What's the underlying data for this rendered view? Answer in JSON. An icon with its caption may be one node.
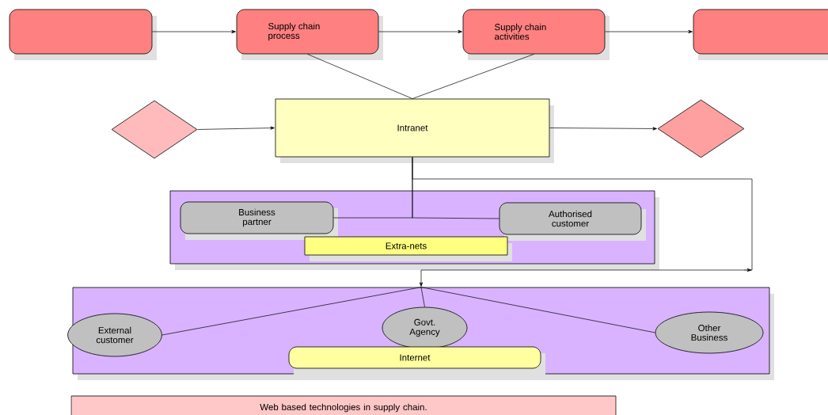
{
  "diagram": {
    "nodes": [
      {
        "text": [],
        "shape": "box"
      },
      {
        "text": [
          "Supply chain process"
        ]
      },
      {
        "text": [
          "Supply chain activities"
        ]
      },
      {
        "text": [],
        "shape": "box"
      },
      {
        "text": [],
        "shape": "diamond"
      },
      {
        "text": [
          "Intranet"
        ]
      },
      {
        "text": [],
        "shape": "diamond"
      },
      {
        "text": [],
        "shape": "box"
      },
      {
        "text": [
          "Business partner"
        ],
        "in": 7
      },
      {
        "text": [
          "Authorised customer"
        ],
        "in": 7
      },
      {
        "text": [
          "Extra-nets"
        ],
        "in": 7
      },
      {
        "text": [],
        "shape": "box"
      },
      {
        "text": [
          "External customer"
        ],
        "in": 11
      },
      {
        "text": [
          "Govt. Agency"
        ],
        "in": 11
      },
      {
        "text": [
          "Other Business"
        ],
        "in": 11
      },
      {
        "text": [
          "Internet"
        ],
        "in": 11
      },
      {
        "text": [
          "Web based technologies in supply chain."
        ]
      }
    ],
    "edges": [
      {
        "from": 0,
        "to": 1,
        "arrow": "to"
      },
      {
        "from": 1,
        "to": 2,
        "arrow": "to"
      },
      {
        "from": 2,
        "to": 3,
        "arrow": "to"
      },
      {
        "from": 1,
        "to": 5,
        "arrow": "none"
      },
      {
        "from": 2,
        "to": 5,
        "arrow": "none"
      },
      {
        "from": 4,
        "to": 5,
        "arrow": "to"
      },
      {
        "from": 5,
        "to": 6,
        "arrow": "to"
      },
      {
        "from": 5,
        "to": 8,
        "arrow": "none"
      },
      {
        "from": 5,
        "to": 9,
        "arrow": "none"
      },
      {
        "from": 5,
        "to": 11,
        "arrow": "to"
      },
      {
        "from": 11,
        "to": 12,
        "arrow": "none"
      },
      {
        "from": 11,
        "to": 13,
        "arrow": "none"
      },
      {
        "from": 11,
        "to": 14,
        "arrow": "none"
      }
    ]
  }
}
